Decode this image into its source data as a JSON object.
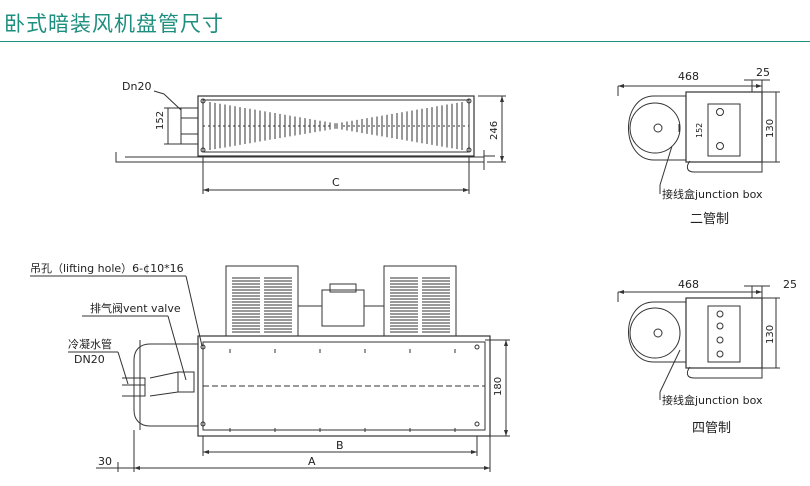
{
  "title": "卧式暗装风机盘管尺寸",
  "colors": {
    "title": "#1e8f7e",
    "line": "#333333"
  },
  "top_view": {
    "pipe_label": "Dn20",
    "dim_height_inner": "152",
    "dim_height_total": "246",
    "dim_length": "C"
  },
  "side_view_2pipe": {
    "dim_width": "468",
    "dim_offset": "25",
    "dim_height": "130",
    "dim_inner": "152",
    "junction_label": "接线盒junction box",
    "caption": "二管制"
  },
  "bottom_view": {
    "lifting_hole": "吊孔（lifting hole）6-¢10*16",
    "vent_valve": "排气阀vent valve",
    "condensate_pipe": "冷凝水管",
    "condensate_dn": "DN20",
    "dim_180": "180",
    "dim_b": "B",
    "dim_a": "A",
    "dim_30": "30"
  },
  "side_view_4pipe": {
    "dim_width": "468",
    "dim_offset": "25",
    "dim_height": "130",
    "junction_label": "接线盒junction box",
    "caption": "四管制"
  }
}
